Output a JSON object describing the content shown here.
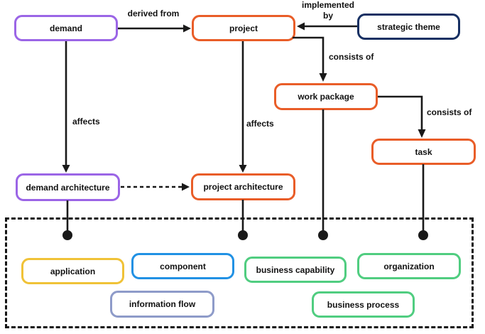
{
  "diagram": {
    "title": "",
    "colors": {
      "line": "#191919",
      "background": "#ffffff",
      "purple": "#9B65E6",
      "orange": "#E95D28",
      "navy": "#173063",
      "gold": "#F0C237",
      "blue": "#2191E4",
      "periwinkle": "#8E9BC9",
      "green": "#50CD80"
    },
    "nodes": {
      "demand": {
        "label": "demand",
        "border_color": "#9B65E6"
      },
      "project": {
        "label": "project",
        "border_color": "#E95D28"
      },
      "strategic_theme": {
        "label": "strategic theme",
        "border_color": "#173063"
      },
      "work_package": {
        "label": "work package",
        "border_color": "#E95D28"
      },
      "task": {
        "label": "task",
        "border_color": "#E95D28"
      },
      "demand_architecture": {
        "label": "demand architecture",
        "border_color": "#9B65E6"
      },
      "project_architecture": {
        "label": "project architecture",
        "border_color": "#E95D28"
      },
      "application": {
        "label": "application",
        "border_color": "#F0C237"
      },
      "component": {
        "label": "component",
        "border_color": "#2191E4"
      },
      "information_flow": {
        "label": "information flow",
        "border_color": "#8E9BC9"
      },
      "business_capability": {
        "label": "business capability",
        "border_color": "#50CD80"
      },
      "organization": {
        "label": "organization",
        "border_color": "#50CD80"
      },
      "business_process": {
        "label": "business process",
        "border_color": "#50CD80"
      }
    },
    "edge_labels": {
      "derived_from": "derived from",
      "implemented_by": "implemented by",
      "consists_of_project": "consists of",
      "consists_of_work_package": "consists of",
      "affects_demand": "affects",
      "affects_project": "affects"
    }
  }
}
